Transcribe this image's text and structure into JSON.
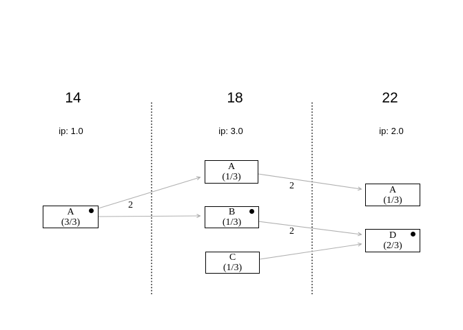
{
  "diagram": {
    "columns": [
      {
        "header": "14",
        "ip_label": "ip: 1.0"
      },
      {
        "header": "18",
        "ip_label": "ip: 3.0"
      },
      {
        "header": "22",
        "ip_label": "ip: 2.0"
      }
    ],
    "nodes": [
      {
        "id": "col14-A",
        "column": "14",
        "label": "A",
        "fraction": "(3/3)",
        "has_marker": true
      },
      {
        "id": "col18-A",
        "column": "18",
        "label": "A",
        "fraction": "(1/3)",
        "has_marker": false
      },
      {
        "id": "col18-B",
        "column": "18",
        "label": "B",
        "fraction": "(1/3)",
        "has_marker": true
      },
      {
        "id": "col18-C",
        "column": "18",
        "label": "C",
        "fraction": "(1/3)",
        "has_marker": false
      },
      {
        "id": "col22-A",
        "column": "22",
        "label": "A",
        "fraction": "(1/3)",
        "has_marker": false
      },
      {
        "id": "col22-D",
        "column": "22",
        "label": "D",
        "fraction": "(2/3)",
        "has_marker": true
      }
    ],
    "edges": [
      {
        "from": "col14-A",
        "to": "col18-A",
        "label": "2"
      },
      {
        "from": "col14-A",
        "to": "col18-B"
      },
      {
        "from": "col18-A",
        "to": "col22-A",
        "label": "2"
      },
      {
        "from": "col18-B",
        "to": "col22-D",
        "label": "2"
      },
      {
        "from": "col18-C",
        "to": "col22-D"
      }
    ],
    "colors": {
      "background": "#ffffff",
      "edge": "#b0b0b0",
      "node_border": "#000000",
      "text": "#000000",
      "marker_dot": "#000000",
      "separator": "#000000"
    }
  }
}
